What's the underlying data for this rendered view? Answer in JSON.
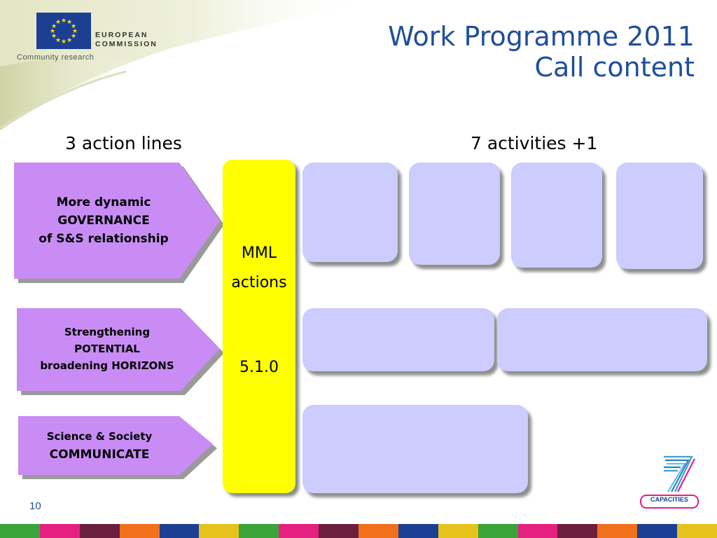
{
  "header": {
    "logo_line1": "EUROPEAN",
    "logo_line2": "COMMISSION",
    "logo_subtitle": "Community research"
  },
  "title": {
    "line1": "Work Programme 2011",
    "line2": "Call content"
  },
  "columns": {
    "left": "3 action lines",
    "right": "7 activities +1"
  },
  "action_lines": [
    {
      "lines": [
        "More dynamic",
        "GOVERNANCE",
        "of S&S relationship"
      ]
    },
    {
      "lines": [
        "Strengthening",
        "POTENTIAL",
        "broadening HORIZONS"
      ]
    },
    {
      "lines": [
        "Science & Society",
        "COMMUNICATE"
      ]
    }
  ],
  "mml": {
    "line1": "MML",
    "line2": "actions",
    "code": "5.1.0"
  },
  "footer": {
    "page_number": "10",
    "badge_label": "CAPACITIES"
  },
  "colors": {
    "title_blue": "#1f4e9c",
    "action_purple": "#c98cf5",
    "mml_yellow": "#ffff00",
    "activity_box": "#ccccff",
    "eu_blue": "#1c3f94",
    "eu_star": "#ffdd00",
    "stripe": [
      "#3aa43a",
      "#e62080",
      "#6b1f3f",
      "#f0701c",
      "#1c3f94",
      "#e6c21c",
      "#3aa43a",
      "#e62080",
      "#6b1f3f",
      "#f0701c",
      "#1c3f94",
      "#e6c21c",
      "#3aa43a",
      "#e62080",
      "#6b1f3f",
      "#f0701c",
      "#1c3f94",
      "#e6c21c"
    ]
  },
  "icons": {
    "eu_flag": "eu-flag-icon",
    "fp7_logo": "fp7-capacities-logo"
  }
}
